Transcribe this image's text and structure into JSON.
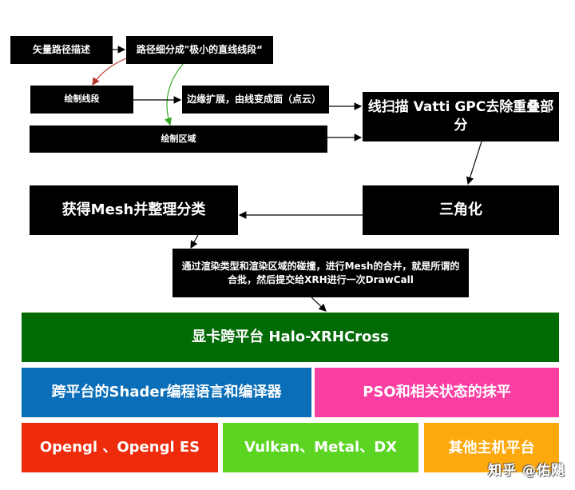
{
  "flow": {
    "vector_path": "矢量路径描述",
    "subdivide": "路径细分成\"极小的直线线段“",
    "draw_lines": "绘制线段",
    "edge_expand": "边缘扩展，由线变成面（点云）",
    "draw_region": "绘制区域",
    "scanline": "线扫描 Vatti GPC去除重叠部分",
    "triangulate": "三角化",
    "get_mesh": "获得Mesh并整理分类",
    "merge": "通过渲染类型和渲染区域的碰撞，进行Mesh的合并，就是所谓的合批，然后提交给XRH进行一次DrawCall"
  },
  "layers": {
    "cross_platform": {
      "label": "显卡跨平台 Halo-XRHCross",
      "color": "#036B05"
    },
    "shader": {
      "label": "跨平台的Shader编程语言和编译器",
      "color": "#0A6EB8"
    },
    "pso": {
      "label": "PSO和相关状态的抹平",
      "color": "#FB3EA1"
    },
    "opengl": {
      "label": "Opengl 、Opengl ES",
      "color": "#EE2B0B"
    },
    "vulkan": {
      "label": "Vulkan、Metal、DX",
      "color": "#5BD422"
    },
    "other": {
      "label": "其他主机平台",
      "color": "#FDA80C"
    }
  },
  "arrow_colors": {
    "default": "#000000",
    "red": "#B8352C",
    "green": "#3BA92B"
  },
  "watermark": "知乎 @佑飓"
}
